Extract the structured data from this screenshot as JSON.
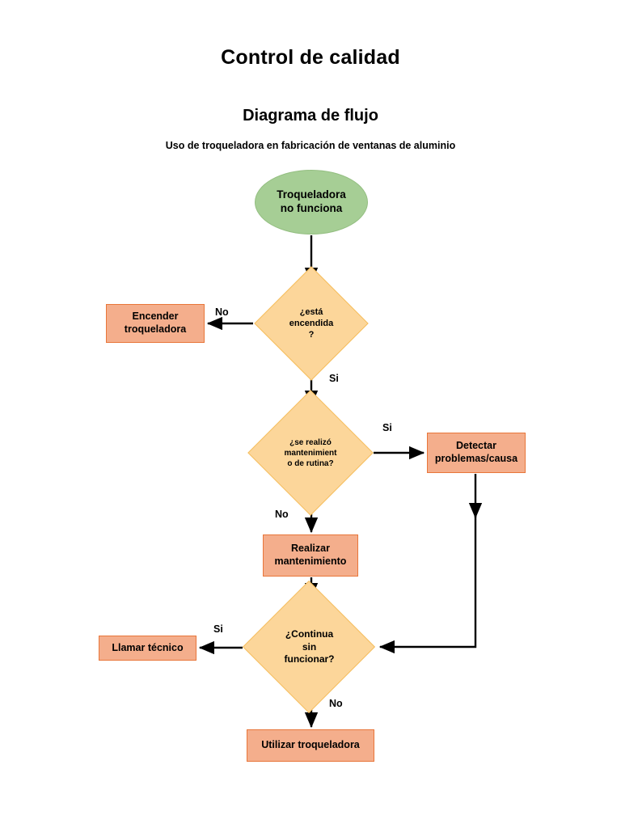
{
  "document": {
    "title_main": "Control de calidad",
    "title_sub": "Diagrama de flujo",
    "caption": "Uso de troqueladora en fabricación de ventanas de aluminio"
  },
  "colors": {
    "start_fill": "#A6CE95",
    "start_border": "#93BE80",
    "process_fill": "#F4AE8C",
    "process_border": "#E8763A",
    "decision_fill": "#FCD69A",
    "decision_border": "#F5BE5E",
    "connector": "#000000",
    "text": "#000000",
    "background": "#FFFFFF"
  },
  "flowchart": {
    "type": "flowchart",
    "nodes": [
      {
        "id": "start",
        "shape": "ellipse",
        "label": "Troqueladora\nno funciona"
      },
      {
        "id": "d1",
        "shape": "diamond",
        "label": "¿está\nencendida\n?"
      },
      {
        "id": "encender",
        "shape": "rectangle",
        "label": "Encender\ntroqueladora"
      },
      {
        "id": "d2",
        "shape": "diamond",
        "label": "¿se realizó\nmantenimient\no de rutina?"
      },
      {
        "id": "detectar",
        "shape": "rectangle",
        "label": "Detectar\nproblemas/causa"
      },
      {
        "id": "realizar",
        "shape": "rectangle",
        "label": "Realizar\nmantenimiento"
      },
      {
        "id": "d3",
        "shape": "diamond",
        "label": "¿Continua\nsin\nfuncionar?"
      },
      {
        "id": "llamar",
        "shape": "rectangle",
        "label": "Llamar técnico"
      },
      {
        "id": "utilizar",
        "shape": "rectangle",
        "label": "Utilizar troqueladora"
      }
    ],
    "edges": [
      {
        "from": "start",
        "to": "d1",
        "label": ""
      },
      {
        "from": "d1",
        "to": "encender",
        "label": "No"
      },
      {
        "from": "d1",
        "to": "d2",
        "label": "Si"
      },
      {
        "from": "d2",
        "to": "detectar",
        "label": "Si"
      },
      {
        "from": "d2",
        "to": "realizar",
        "label": "No"
      },
      {
        "from": "detectar",
        "to": "d3",
        "label": ""
      },
      {
        "from": "realizar",
        "to": "d3",
        "label": ""
      },
      {
        "from": "d3",
        "to": "llamar",
        "label": "Si"
      },
      {
        "from": "d3",
        "to": "utilizar",
        "label": "No"
      }
    ],
    "edge_labels": {
      "d1_no": "No",
      "d1_si": "Si",
      "d2_si": "Si",
      "d2_no": "No",
      "d3_si": "Si",
      "d3_no": "No"
    }
  }
}
